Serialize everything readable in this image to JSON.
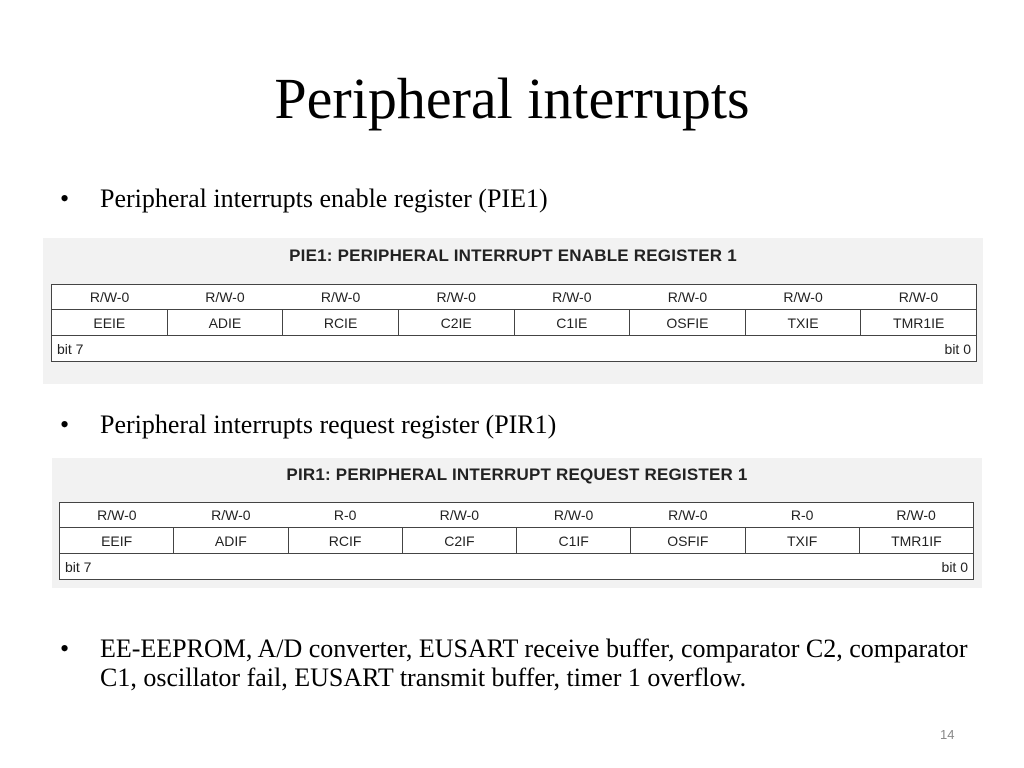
{
  "slide": {
    "title": "Peripheral interrupts",
    "page_number": "14"
  },
  "bullets": [
    {
      "marker": "•",
      "text": "Peripheral interrupts enable register (PIE1)"
    },
    {
      "marker": "•",
      "text": "Peripheral interrupts request register (PIR1)"
    },
    {
      "marker": "•",
      "text": "EE-EEPROM, A/D converter, EUSART receive buffer, comparator C2, comparator C1, oscillator fail, EUSART transmit buffer, timer 1 overflow."
    }
  ],
  "pie1": {
    "title": "PIE1: PERIPHERAL INTERRUPT ENABLE REGISTER 1",
    "access": [
      "R/W-0",
      "R/W-0",
      "R/W-0",
      "R/W-0",
      "R/W-0",
      "R/W-0",
      "R/W-0",
      "R/W-0"
    ],
    "names": [
      "EEIE",
      "ADIE",
      "RCIE",
      "C2IE",
      "C1IE",
      "OSFIE",
      "TXIE",
      "TMR1IE"
    ],
    "bit_high": "bit 7",
    "bit_low": "bit 0"
  },
  "pir1": {
    "title": "PIR1: PERIPHERAL INTERRUPT REQUEST REGISTER 1",
    "access": [
      "R/W-0",
      "R/W-0",
      "R-0",
      "R/W-0",
      "R/W-0",
      "R/W-0",
      "R-0",
      "R/W-0"
    ],
    "names": [
      "EEIF",
      "ADIF",
      "RCIF",
      "C2IF",
      "C1IF",
      "OSFIF",
      "TXIF",
      "TMR1IF"
    ],
    "bit_high": "bit 7",
    "bit_low": "bit 0"
  }
}
